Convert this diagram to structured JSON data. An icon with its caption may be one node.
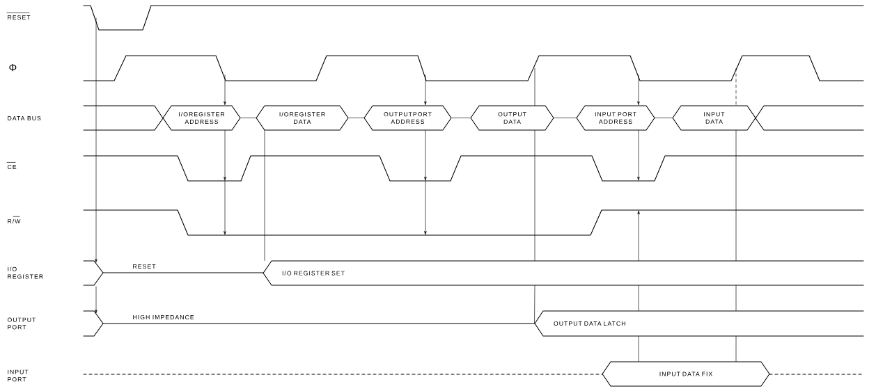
{
  "diagram": {
    "nodes": [
      {
        "text": [
          "I/OREGISTER ADDRESS"
        ]
      },
      {
        "text": [
          "I/OREGISTER DATA"
        ]
      },
      {
        "text": [
          "OUTPUTPORT ADDRESS"
        ]
      },
      {
        "text": [
          "OUTPUT DATA"
        ]
      },
      {
        "text": [
          "INPUT PORT ADDRESS"
        ]
      },
      {
        "text": [
          "INPUT DATA"
        ]
      },
      {
        "text": [
          "I/O REGISTER SET"
        ]
      },
      {
        "text": [
          "OUTPUT DATA LATCH"
        ]
      },
      {
        "text": [
          "INPUT DATA FIX"
        ]
      }
    ],
    "edges": [
      {
        "from": null,
        "to": 0,
        "arrow": "to"
      },
      {
        "from": 0,
        "to": null,
        "arrow": "to"
      },
      {
        "from": null,
        "to": 2,
        "arrow": "to"
      },
      {
        "from": 2,
        "to": null,
        "arrow": "to"
      },
      {
        "from": null,
        "to": 4,
        "arrow": "to"
      },
      {
        "from": 4,
        "to": null,
        "arrow": "to"
      },
      {
        "from": null,
        "to": 3,
        "arrow": "none"
      },
      {
        "from": null,
        "to": 5,
        "arrow": "none",
        "style": "dashed"
      },
      {
        "from": 1,
        "to": 6,
        "arrow": "none"
      },
      {
        "from": 3,
        "to": 6,
        "arrow": "none"
      },
      {
        "from": 5,
        "to": 6,
        "arrow": "none"
      },
      {
        "from": 6,
        "to": null,
        "arrow": "to"
      },
      {
        "from": 6,
        "to": 7,
        "arrow": "none"
      },
      {
        "from": 6,
        "to": 7,
        "arrow": "none"
      },
      {
        "from": 6,
        "to": 7,
        "arrow": "none"
      },
      {
        "from": 7,
        "to": 8,
        "arrow": "none"
      },
      {
        "from": 7,
        "to": 8,
        "arrow": "none"
      },
      {
        "from": 0,
        "to": 1,
        "arrow": "none"
      },
      {
        "from": 1,
        "to": 2,
        "arrow": "none"
      },
      {
        "from": 2,
        "to": 3,
        "arrow": "none"
      },
      {
        "from": 3,
        "to": 4,
        "arrow": "none"
      },
      {
        "from": 4,
        "to": 5,
        "arrow": "none"
      }
    ],
    "labels": [
      "RESET",
      "Φ",
      "DATA BUS",
      "CE",
      "R/W",
      "I/O REGISTER",
      "RESET",
      "OUTPUT PORT",
      "HIGH IMPEDANCE",
      "INPUT PORT"
    ]
  }
}
